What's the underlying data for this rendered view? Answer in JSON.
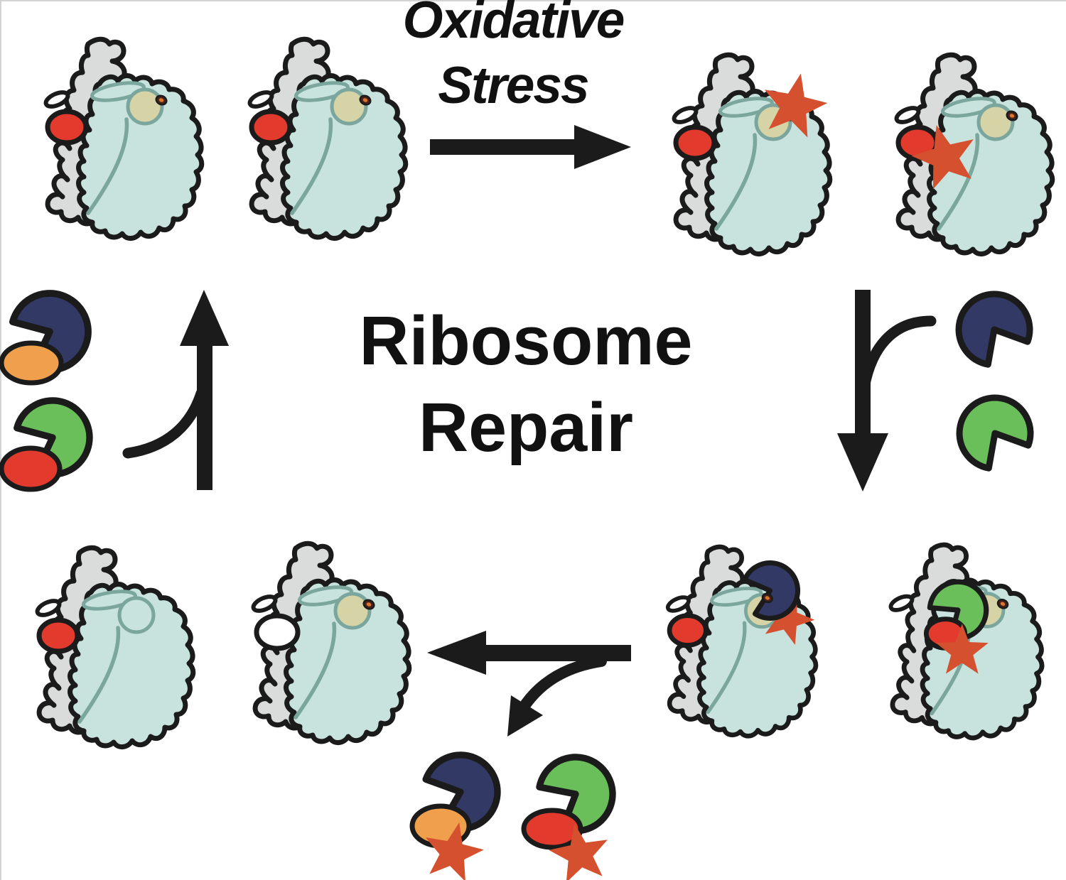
{
  "labels": {
    "oxidative_stress": "Oxidative\nStress",
    "ribosome_repair": "Ribosome\nRepair"
  },
  "colors": {
    "outline": "#1b1b1b",
    "grey": "#d9dcdb",
    "teal": "#c8e3de",
    "tealLine": "#7ba69d",
    "olive": "#d6d3a6",
    "red": "#e23a2c",
    "orange": "#f0a04c",
    "navy": "#333965",
    "green": "#6bbf5a",
    "star": "#d4502e",
    "dotDark": "#47231a",
    "dotOrange": "#e0742c",
    "text": "#111111",
    "white": "#ffffff"
  },
  "icons": {
    "damage-star": "five-point-star",
    "repair-factor-dark": "pacman-wedge-circle",
    "repair-factor-green": "pacman-wedge-circle",
    "ribosome": "two-subunit-blob"
  }
}
